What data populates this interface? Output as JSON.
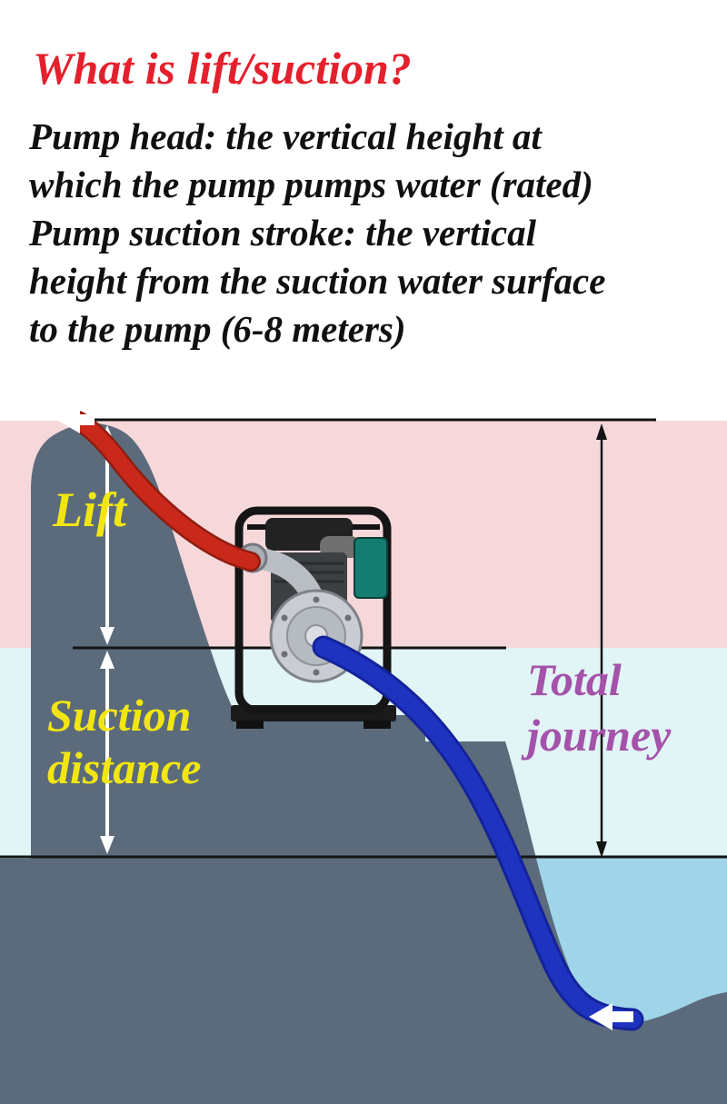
{
  "header": {
    "title": "What is lift/suction?",
    "body_lines": [
      "Pump head: the vertical height at",
      "which the pump pumps water (rated)",
      "Pump suction stroke: the vertical",
      "height from the suction water surface",
      "to the pump (6-8 meters)"
    ]
  },
  "diagram": {
    "lift_label": "Lift",
    "suction_label_line1": "Suction",
    "suction_label_line2": "distance",
    "total_label_line1": "Total",
    "total_label_line2": "journey"
  },
  "colors": {
    "title_red": "#e5202d",
    "label_yellow": "#f2e612",
    "label_purple": "#a452aa",
    "band_pink": "#f7d8da",
    "band_cyan": "#e1f4f6",
    "band_blue": "#9fd4e9",
    "terrain_gray": "#5b6b7c",
    "hose_red": "#c9281a",
    "hose_blue": "#1e33c0",
    "line_black": "#141414",
    "measure_arrow_white": "#ffffff"
  }
}
